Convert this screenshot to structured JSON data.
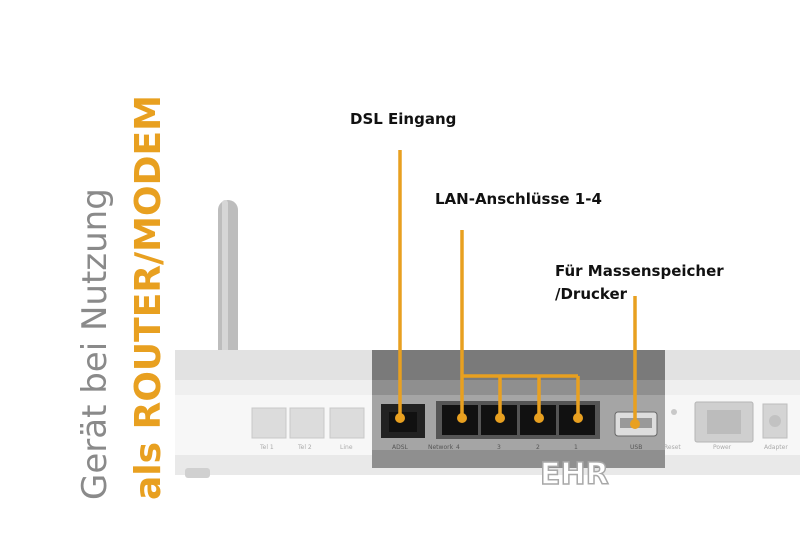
{
  "side_text": {
    "line1": "Gerät bei Nutzung",
    "line2_prefix": "als",
    "line2_highlight": "ROUTER/MODEM"
  },
  "callouts": {
    "dsl": "DSL Eingang",
    "lan": "LAN-Anschlüsse 1-4",
    "usb_line1": "Für Massenspeicher",
    "usb_line2": "/Drucker"
  },
  "port_labels": {
    "tel1": "Tel 1",
    "tel2": "Tel 2",
    "line": "Line",
    "adsl": "ADSL",
    "network": "Network",
    "n4": "4",
    "n3": "3",
    "n2": "2",
    "n1": "1",
    "usb": "USB",
    "reset": "Reset",
    "power": "Power",
    "adapter": "Adapter"
  },
  "watermark": "EHR",
  "colors": {
    "accent": "#e8a020",
    "side_text_gray": "#8a8a8a"
  }
}
